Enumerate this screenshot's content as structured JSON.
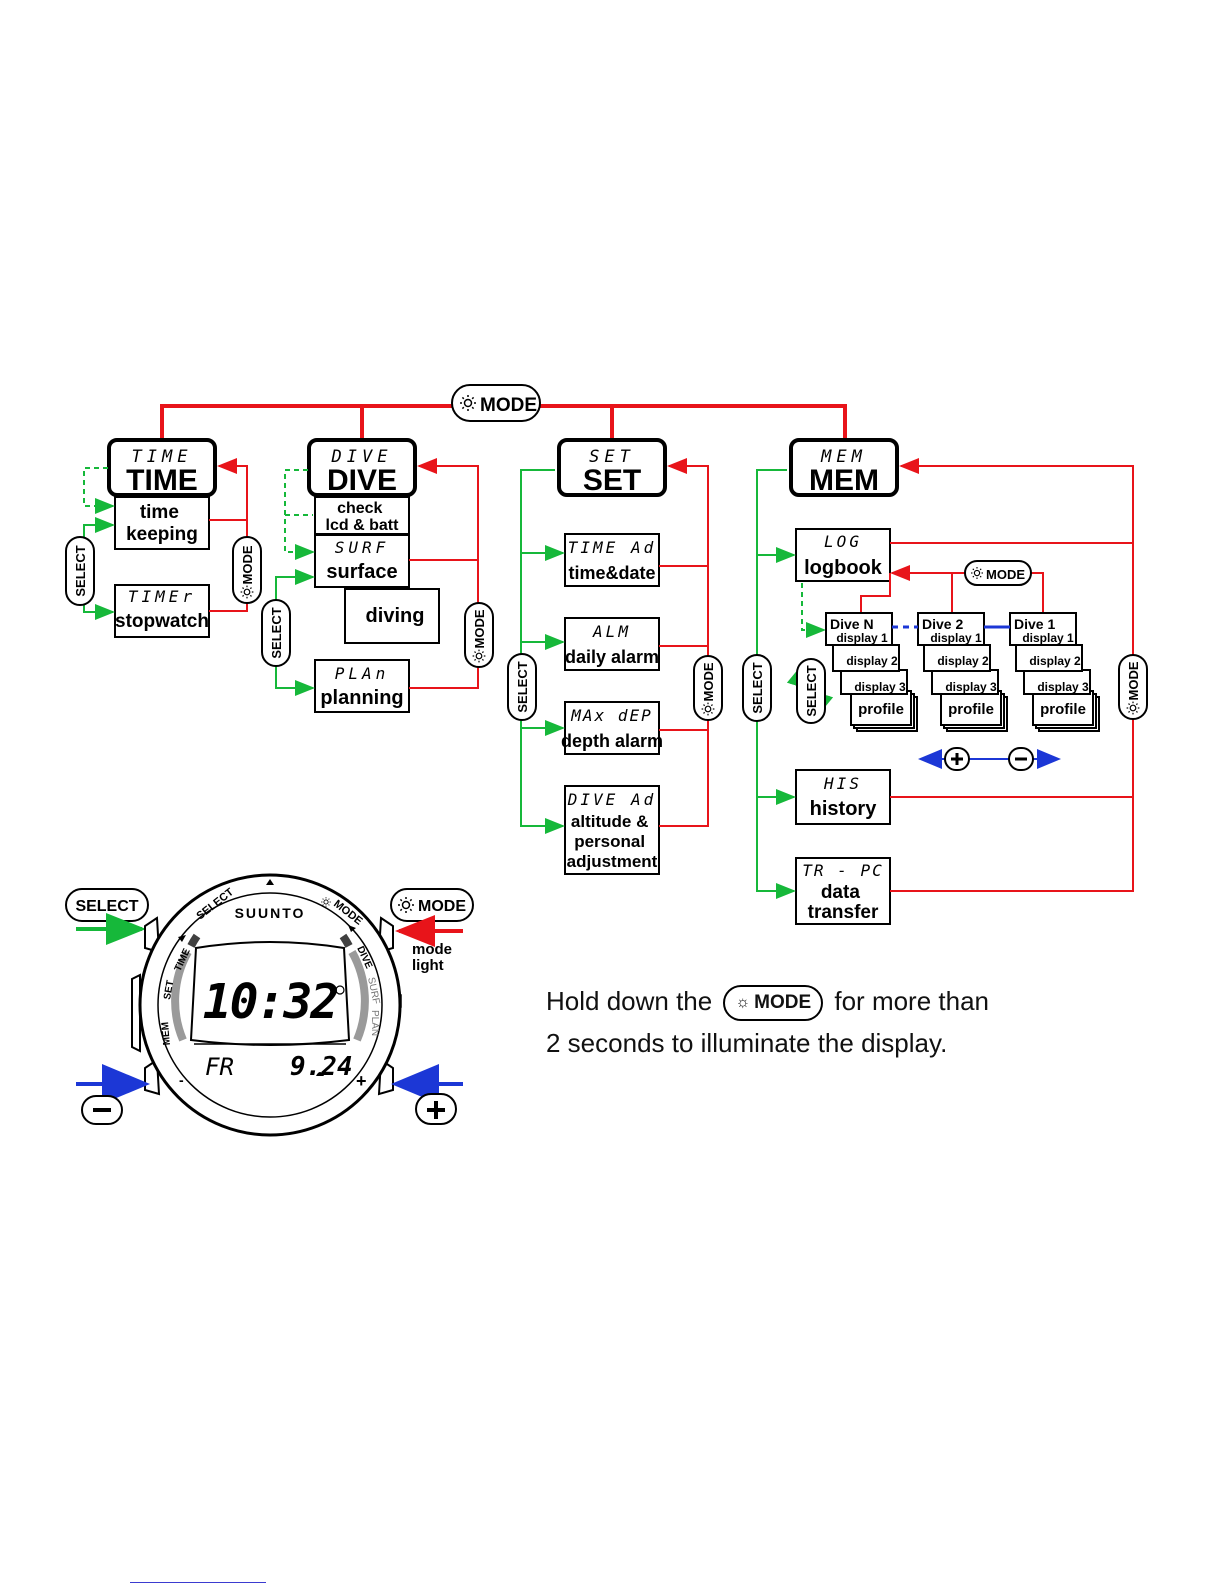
{
  "colors": {
    "next": "#e8141a",
    "select": "#16b83a",
    "scroll": "#1c37d6",
    "ink": "#000000"
  },
  "icons": {
    "light": "sun-icon",
    "plus": "plus-icon",
    "minus": "minus-icon",
    "bell": "bell-icon"
  },
  "buttons": {
    "mode": "MODE",
    "select": "SELECT"
  },
  "time_mode": {
    "lcd": "TIME",
    "title": "TIME",
    "timekeeping": [
      "time",
      "keeping"
    ],
    "timer_lcd": "TIMEr",
    "stopwatch": "stopwatch"
  },
  "dive_mode": {
    "lcd": "DIVE",
    "title": "DIVE",
    "check": [
      "check",
      "lcd & batt"
    ],
    "surf_lcd": "SURF",
    "surface": "surface",
    "diving": "diving",
    "plan_lcd": "PLAn",
    "planning": "planning"
  },
  "set_mode": {
    "lcd": "SET",
    "title": "SET",
    "items": [
      {
        "lcd": "TIME Ad",
        "label": [
          "time&date"
        ]
      },
      {
        "lcd": "ALM",
        "label": [
          "daily alarm"
        ]
      },
      {
        "lcd": "MAx dEP",
        "label": [
          "depth alarm"
        ]
      },
      {
        "lcd": "DIVE Ad",
        "label": [
          "altitude &",
          "personal",
          "adjustment"
        ]
      }
    ]
  },
  "mem_mode": {
    "lcd": "MEM",
    "title": "MEM",
    "log_lcd": "LOG",
    "logbook": "logbook",
    "dives": [
      "Dive N",
      "Dive 2",
      "Dive 1"
    ],
    "displays": [
      "display 1",
      "display 2",
      "display 3"
    ],
    "profile": "profile",
    "his_lcd": "HIS",
    "history": "history",
    "trpc_lcd": "TR - PC",
    "transfer": [
      "data",
      "transfer"
    ]
  },
  "watch": {
    "brand": "SUUNTO",
    "time": "10:32",
    "day": "FR",
    "date": "9.24",
    "bezel_left": [
      "TIME",
      "SET",
      "MEM"
    ],
    "bezel_right": [
      "DIVE",
      "SURF",
      "PLAN"
    ],
    "bezel_select": "SELECT",
    "bezel_mode": "MODE",
    "mode_light": [
      "mode",
      "light"
    ]
  },
  "caption": {
    "before": "Hold down the",
    "button": "MODE",
    "after": "for more than",
    "line2": "2 seconds to illuminate the display."
  }
}
